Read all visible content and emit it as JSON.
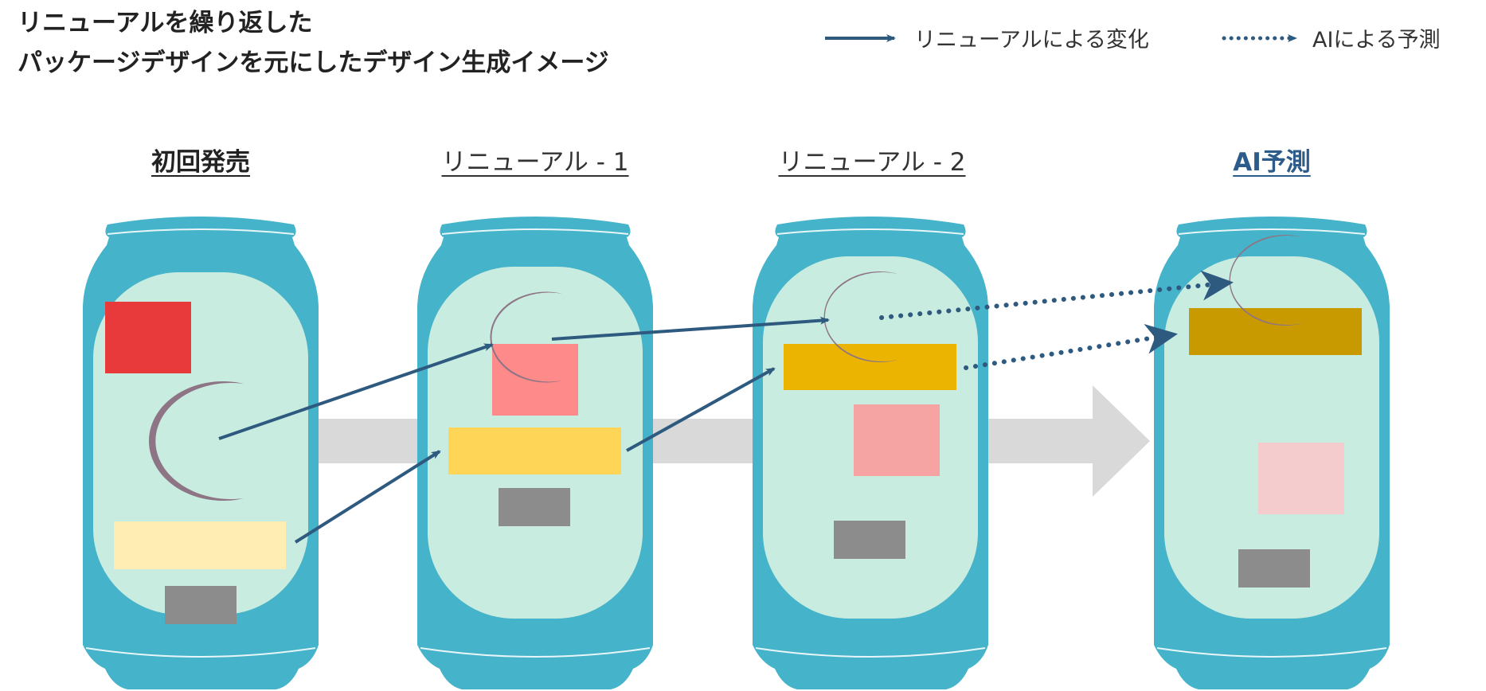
{
  "title": {
    "line1": "リニューアルを繰り返した",
    "line2": "パッケージデザインを元にしたデザイン生成イメージ"
  },
  "legend": {
    "solid_label": "リニューアルによる変化",
    "dotted_label": "AIによる予測"
  },
  "columns": [
    {
      "label": "初回発売",
      "bold": true,
      "color": "#222222"
    },
    {
      "label": "リニューアル - 1",
      "bold": false,
      "color": "#333333"
    },
    {
      "label": "リニューアル - 2",
      "bold": false,
      "color": "#333333"
    },
    {
      "label": "AI予測",
      "bold": true,
      "color": "#2e5c8a"
    }
  ],
  "colors": {
    "can_body": "#45b3c9",
    "can_label": "#c8ece0",
    "moon": "#8e7585",
    "arrow_solid": "#2e5a80",
    "arrow_dotted": "#2e5a80",
    "background_arrow": "#d9d9d9",
    "gray_block": "#8c8c8c"
  }
}
